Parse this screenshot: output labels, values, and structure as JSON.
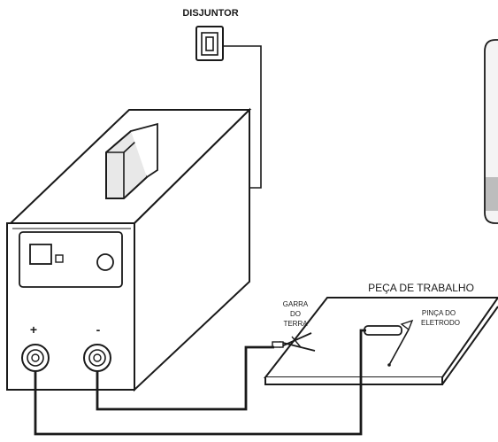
{
  "labels": {
    "breaker": "DISJUNTOR",
    "workpiece": "PEÇA DE TRABALHO",
    "ground_clamp_1": "GARRA",
    "ground_clamp_2": "DO",
    "ground_clamp_3": "TERRA",
    "electrode_holder_1": "PINÇA DO",
    "electrode_holder_2": "ELETRODO",
    "positive_terminal": "+",
    "negative_terminal": "-"
  },
  "colors": {
    "line": "#1a1a1a",
    "background": "#ffffff",
    "side_panel": "#f4f4f4",
    "handle": "#e8e8e8"
  }
}
